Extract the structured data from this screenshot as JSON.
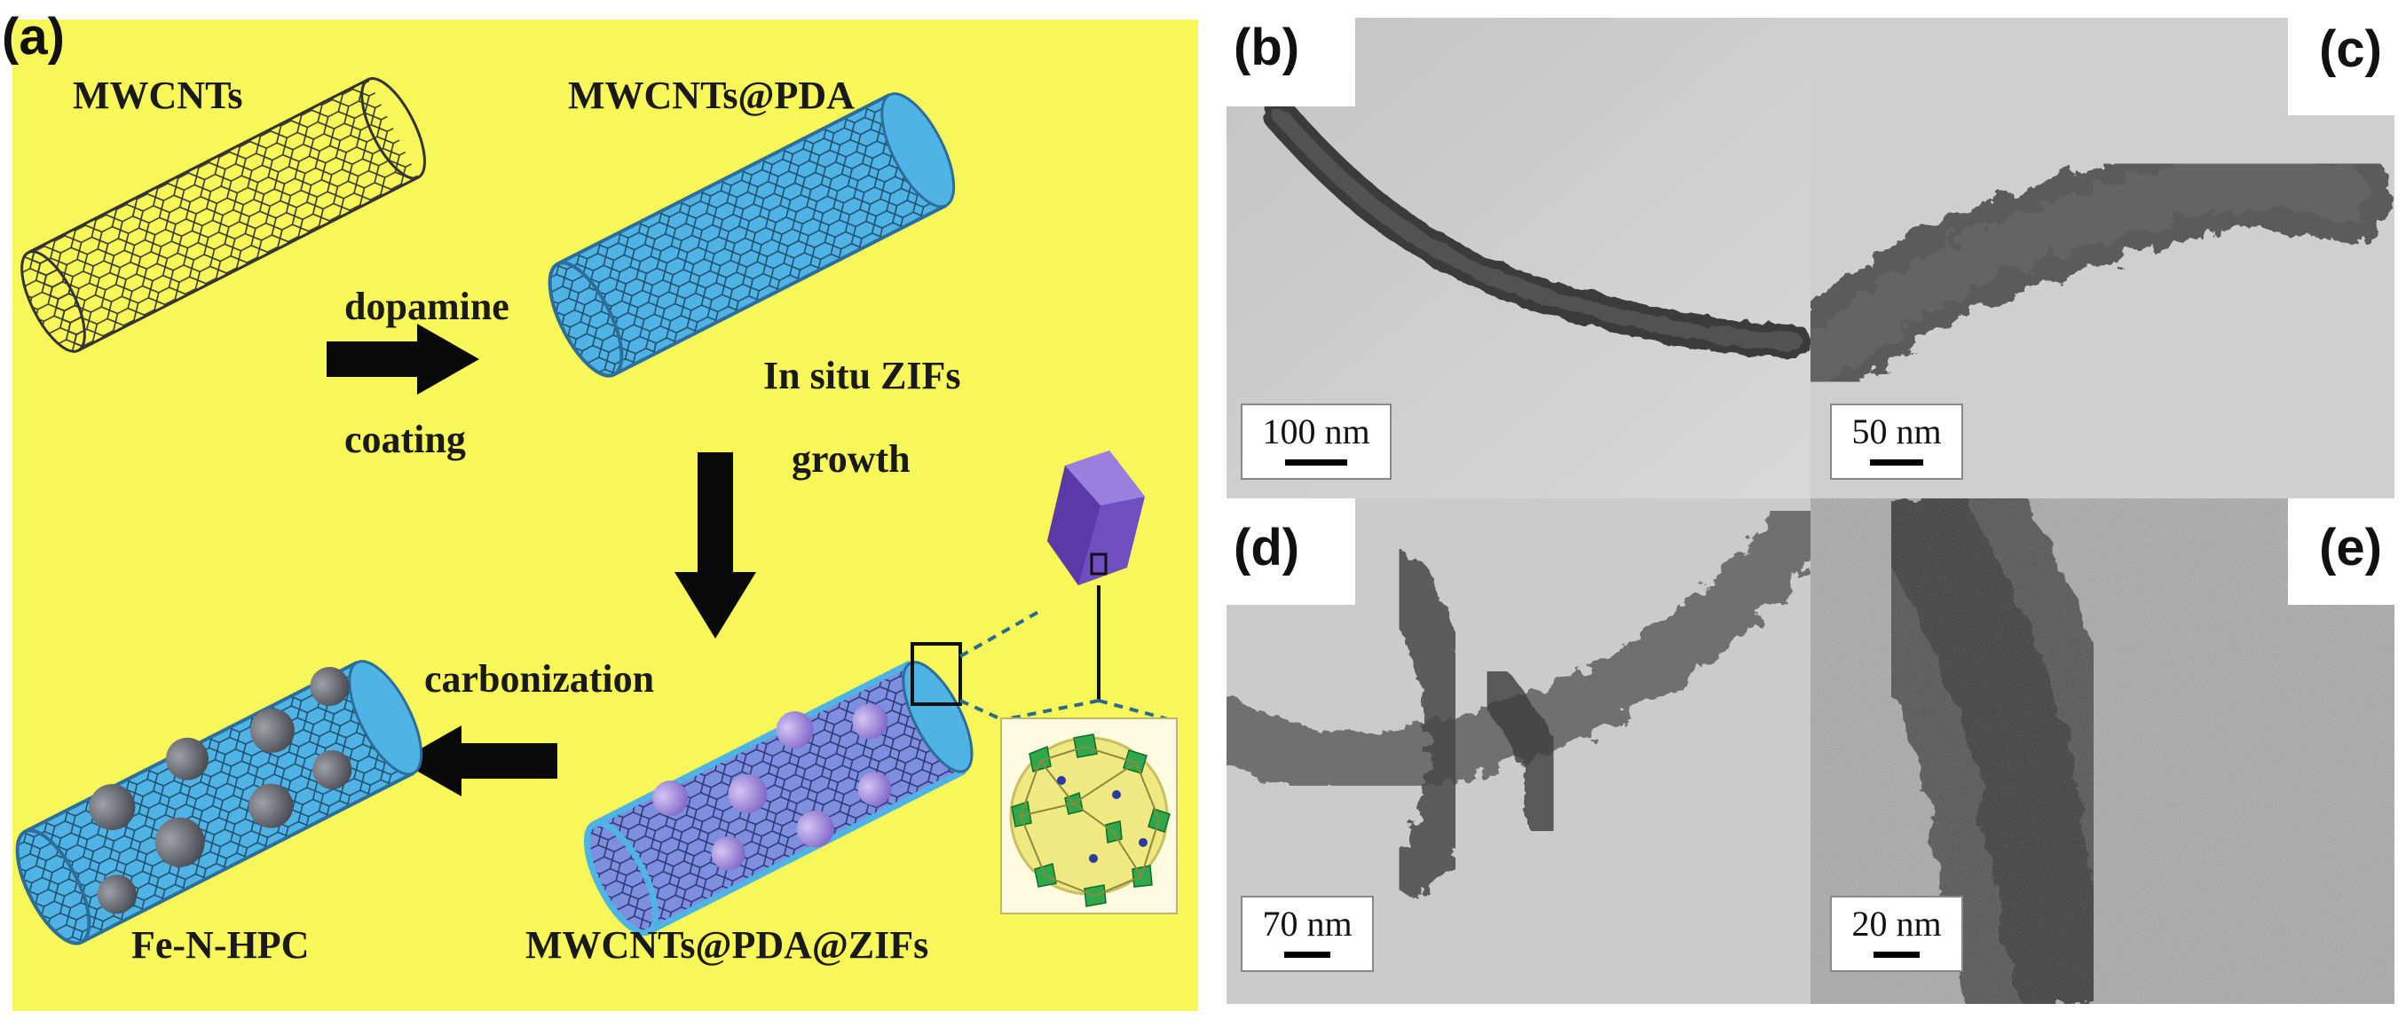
{
  "panel_a": {
    "letter": "(a)",
    "label_mwcnts": "MWCNTs",
    "label_mwcnts_pda": "MWCNTs@PDA",
    "step1_top": "dopamine",
    "step1_bottom": "coating",
    "step2_line1": "In situ ZIFs",
    "step2_line2": "growth",
    "step3": "carbonization",
    "label_product": "Fe-N-HPC",
    "label_mwcnts_pda_zifs": "MWCNTs@PDA@ZIFs",
    "colors": {
      "background": "#f7f75a",
      "coating": "#4fb3e6",
      "zif": "#9a7fd6",
      "particle": "#6e6e78",
      "arrow": "#0a0a0a"
    }
  },
  "tem_panels": [
    {
      "letter": "(b)",
      "scale": "100 nm"
    },
    {
      "letter": "(c)",
      "scale": "50 nm"
    },
    {
      "letter": "(d)",
      "scale": "70 nm"
    },
    {
      "letter": "(e)",
      "scale": "20 nm"
    }
  ]
}
